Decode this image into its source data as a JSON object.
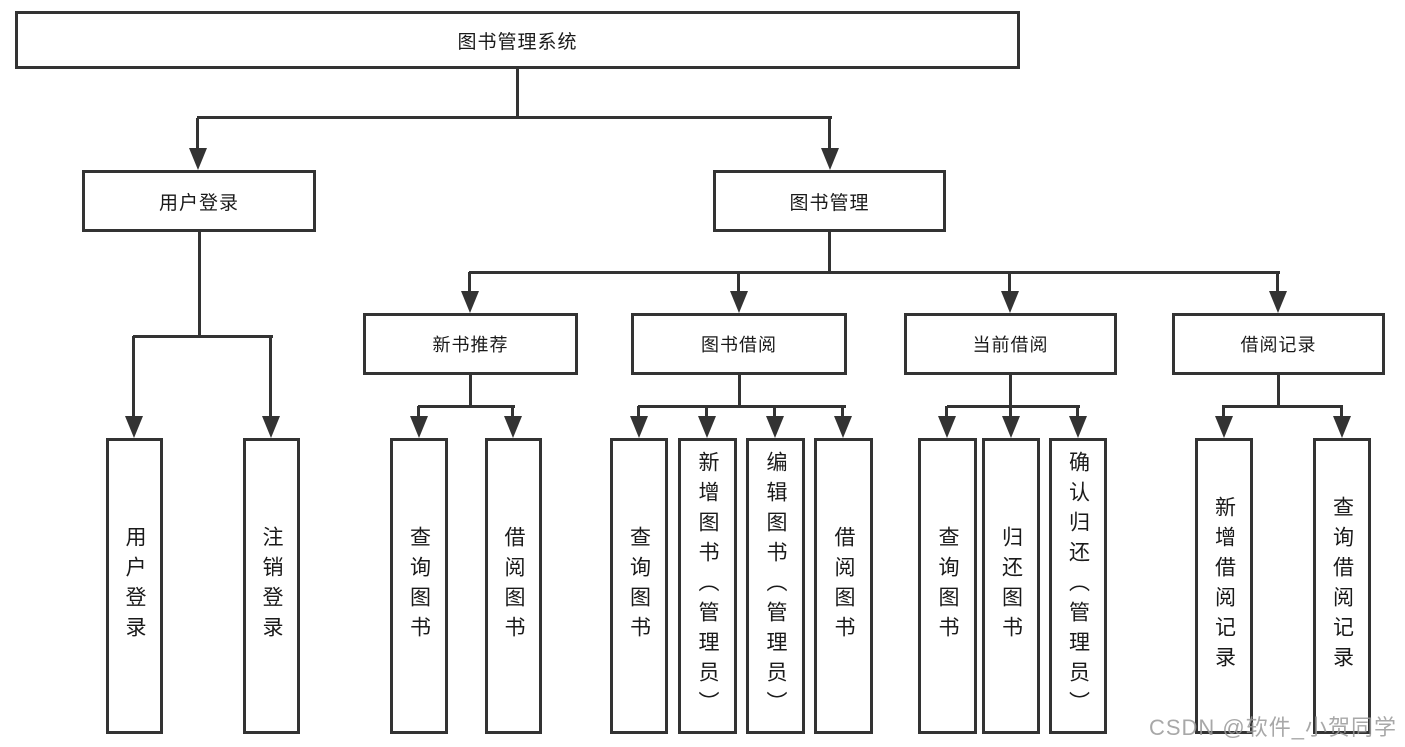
{
  "colors": {
    "line": "#333333",
    "text": "#1a1a1a",
    "watermark": "#9a9a9a",
    "background": "#ffffff"
  },
  "diagram": {
    "root": {
      "label": "图书管理系统"
    },
    "level2": {
      "user_login": {
        "label": "用户登录"
      },
      "book_mgmt": {
        "label": "图书管理"
      }
    },
    "level3": {
      "new_books": {
        "label": "新书推荐"
      },
      "book_borrow": {
        "label": "图书借阅"
      },
      "current_borrow": {
        "label": "当前借阅"
      },
      "borrow_records": {
        "label": "借阅记录"
      }
    },
    "leaves": {
      "user_login": [
        "用户登录",
        "注销登录"
      ],
      "new_books": [
        "查询图书",
        "借阅图书"
      ],
      "book_borrow": [
        "查询图书",
        "新增图书（管理员）",
        "编辑图书（管理员）",
        "借阅图书"
      ],
      "current_borrow": [
        "查询图书",
        "归还图书",
        "确认归还（管理员）"
      ],
      "borrow_records": [
        "新增借阅记录",
        "查询借阅记录"
      ]
    }
  },
  "watermark": {
    "text": "CSDN @软件_小贺同学"
  }
}
